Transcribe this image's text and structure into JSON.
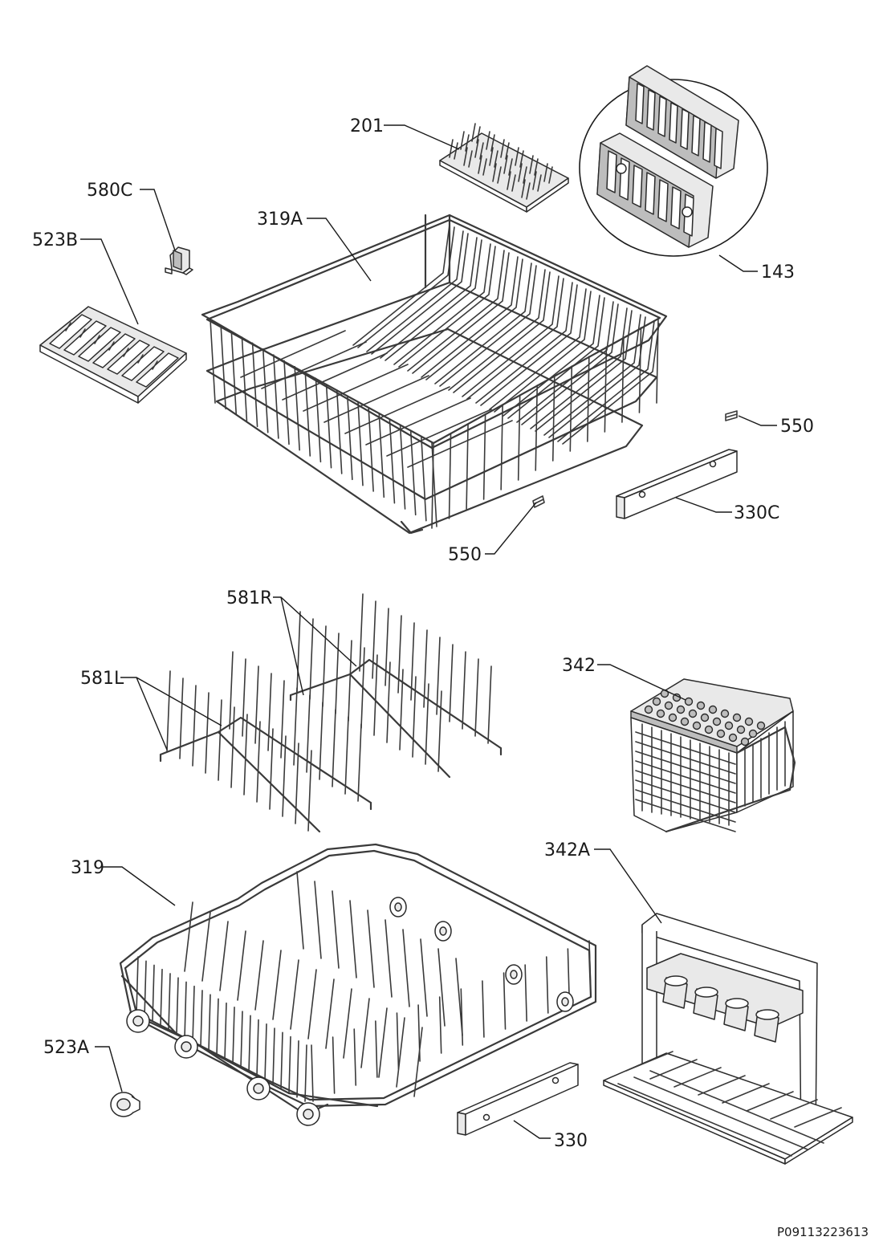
{
  "labels": {
    "l201": "201",
    "l580C": "580C",
    "l319A": "319A",
    "l523B": "523B",
    "l143": "143",
    "l550_top": "550",
    "l330C": "330C",
    "l550_bottom": "550",
    "l581R": "581R",
    "l581L": "581L",
    "l342": "342",
    "l319": "319",
    "l342A": "342A",
    "l523A": "523A",
    "l330": "330"
  },
  "drawing_code": "P09113223613"
}
